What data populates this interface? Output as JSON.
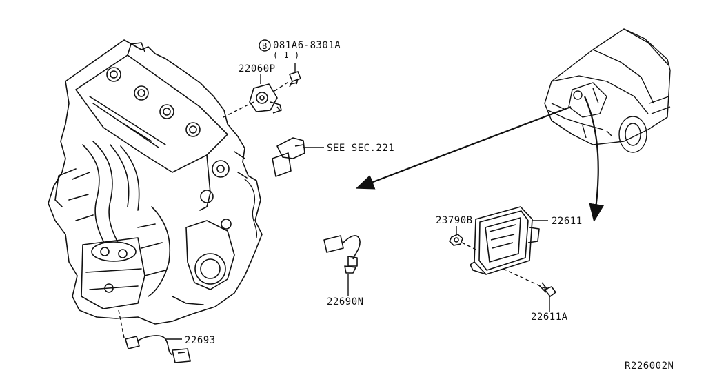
{
  "labels": {
    "bolt_spec": "081A6-8301A",
    "bolt_circle": "B",
    "bolt_qty": "( 1 )",
    "knock_sensor": "22060P",
    "cam_sensor_ref": "SEE SEC.221",
    "o2_sensor_front": "22690N",
    "o2_sensor_rear": "22693",
    "nut": "23790B",
    "ecm": "22611",
    "ecm_bolt": "22611A",
    "diagram_code": "R226002N"
  },
  "colors": {
    "line": "#111111",
    "background": "#ffffff"
  }
}
